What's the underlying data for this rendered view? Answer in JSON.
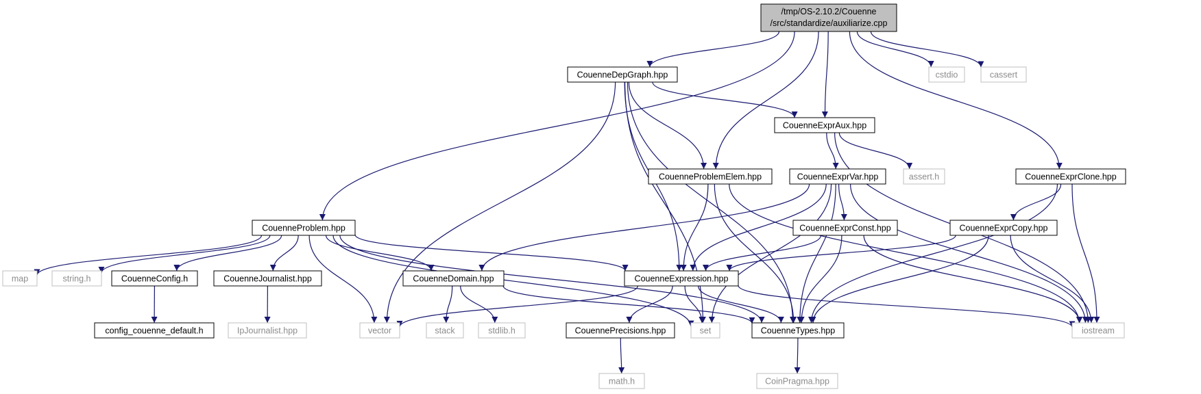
{
  "colors": {
    "edge": "#191970",
    "border_local": "#000000",
    "border_external": "#bfbfbf",
    "text_local": "#000000",
    "text_external": "#8c8c8c",
    "root_fill": "#bfbfbf",
    "node_fill": "#ffffff"
  },
  "nodes": [
    {
      "id": "root",
      "label": "/tmp/OS-2.10.2/Couenne",
      "label2": "/src/standardize/auxiliarize.cpp",
      "kind": "root"
    },
    {
      "id": "depgraph",
      "label": "CouenneDepGraph.hpp",
      "kind": "local"
    },
    {
      "id": "cstdio",
      "label": "cstdio",
      "kind": "external"
    },
    {
      "id": "cassert",
      "label": "cassert",
      "kind": "external"
    },
    {
      "id": "expraux",
      "label": "CouenneExprAux.hpp",
      "kind": "local"
    },
    {
      "id": "problemelem",
      "label": "CouenneProblemElem.hpp",
      "kind": "local"
    },
    {
      "id": "exprvar",
      "label": "CouenneExprVar.hpp",
      "kind": "local"
    },
    {
      "id": "asserth",
      "label": "assert.h",
      "kind": "external"
    },
    {
      "id": "exprclone",
      "label": "CouenneExprClone.hpp",
      "kind": "local"
    },
    {
      "id": "problem",
      "label": "CouenneProblem.hpp",
      "kind": "local"
    },
    {
      "id": "exprconst",
      "label": "CouenneExprConst.hpp",
      "kind": "local"
    },
    {
      "id": "exprcopy",
      "label": "CouenneExprCopy.hpp",
      "kind": "local"
    },
    {
      "id": "map",
      "label": "map",
      "kind": "external"
    },
    {
      "id": "stringh",
      "label": "string.h",
      "kind": "external"
    },
    {
      "id": "config",
      "label": "CouenneConfig.h",
      "kind": "local"
    },
    {
      "id": "journalist",
      "label": "CouenneJournalist.hpp",
      "kind": "local"
    },
    {
      "id": "domain",
      "label": "CouenneDomain.hpp",
      "kind": "local"
    },
    {
      "id": "expression",
      "label": "CouenneExpression.hpp",
      "kind": "local"
    },
    {
      "id": "configdef",
      "label": "config_couenne_default.h",
      "kind": "local"
    },
    {
      "id": "ipjournalist",
      "label": "IpJournalist.hpp",
      "kind": "external"
    },
    {
      "id": "vector",
      "label": "vector",
      "kind": "external"
    },
    {
      "id": "stack",
      "label": "stack",
      "kind": "external"
    },
    {
      "id": "stdlibh",
      "label": "stdlib.h",
      "kind": "external"
    },
    {
      "id": "precisions",
      "label": "CouennePrecisions.hpp",
      "kind": "local"
    },
    {
      "id": "set",
      "label": "set",
      "kind": "external"
    },
    {
      "id": "types",
      "label": "CouenneTypes.hpp",
      "kind": "local"
    },
    {
      "id": "iostream",
      "label": "iostream",
      "kind": "external"
    },
    {
      "id": "mathh",
      "label": "math.h",
      "kind": "external"
    },
    {
      "id": "coinpragma",
      "label": "CoinPragma.hpp",
      "kind": "external"
    }
  ],
  "edges": [
    [
      "root",
      "depgraph"
    ],
    [
      "root",
      "cstdio"
    ],
    [
      "root",
      "cassert"
    ],
    [
      "root",
      "expraux"
    ],
    [
      "root",
      "problemelem"
    ],
    [
      "root",
      "exprclone"
    ],
    [
      "root",
      "problem"
    ],
    [
      "depgraph",
      "expraux"
    ],
    [
      "depgraph",
      "problemelem"
    ],
    [
      "depgraph",
      "vector"
    ],
    [
      "depgraph",
      "set"
    ],
    [
      "depgraph",
      "types"
    ],
    [
      "depgraph",
      "expression"
    ],
    [
      "expraux",
      "exprvar"
    ],
    [
      "expraux",
      "asserth"
    ],
    [
      "expraux",
      "iostream"
    ],
    [
      "problemelem",
      "expression"
    ],
    [
      "problemelem",
      "types"
    ],
    [
      "problemelem",
      "iostream"
    ],
    [
      "exprvar",
      "exprconst"
    ],
    [
      "exprvar",
      "expression"
    ],
    [
      "exprvar",
      "domain"
    ],
    [
      "exprvar",
      "set"
    ],
    [
      "exprvar",
      "types"
    ],
    [
      "exprvar",
      "iostream"
    ],
    [
      "exprclone",
      "exprcopy"
    ],
    [
      "exprclone",
      "types"
    ],
    [
      "exprclone",
      "iostream"
    ],
    [
      "problem",
      "map"
    ],
    [
      "problem",
      "stringh"
    ],
    [
      "problem",
      "config"
    ],
    [
      "problem",
      "journalist"
    ],
    [
      "problem",
      "domain"
    ],
    [
      "problem",
      "vector"
    ],
    [
      "problem",
      "expression"
    ],
    [
      "problem",
      "types"
    ],
    [
      "problem",
      "set"
    ],
    [
      "exprconst",
      "expression"
    ],
    [
      "exprconst",
      "types"
    ],
    [
      "exprconst",
      "iostream"
    ],
    [
      "exprcopy",
      "expression"
    ],
    [
      "exprcopy",
      "types"
    ],
    [
      "exprcopy",
      "iostream"
    ],
    [
      "config",
      "configdef"
    ],
    [
      "journalist",
      "ipjournalist"
    ],
    [
      "domain",
      "stack"
    ],
    [
      "domain",
      "stdlibh"
    ],
    [
      "domain",
      "types"
    ],
    [
      "expression",
      "vector"
    ],
    [
      "expression",
      "precisions"
    ],
    [
      "expression",
      "set"
    ],
    [
      "expression",
      "types"
    ],
    [
      "expression",
      "iostream"
    ],
    [
      "precisions",
      "mathh"
    ],
    [
      "types",
      "coinpragma"
    ]
  ]
}
